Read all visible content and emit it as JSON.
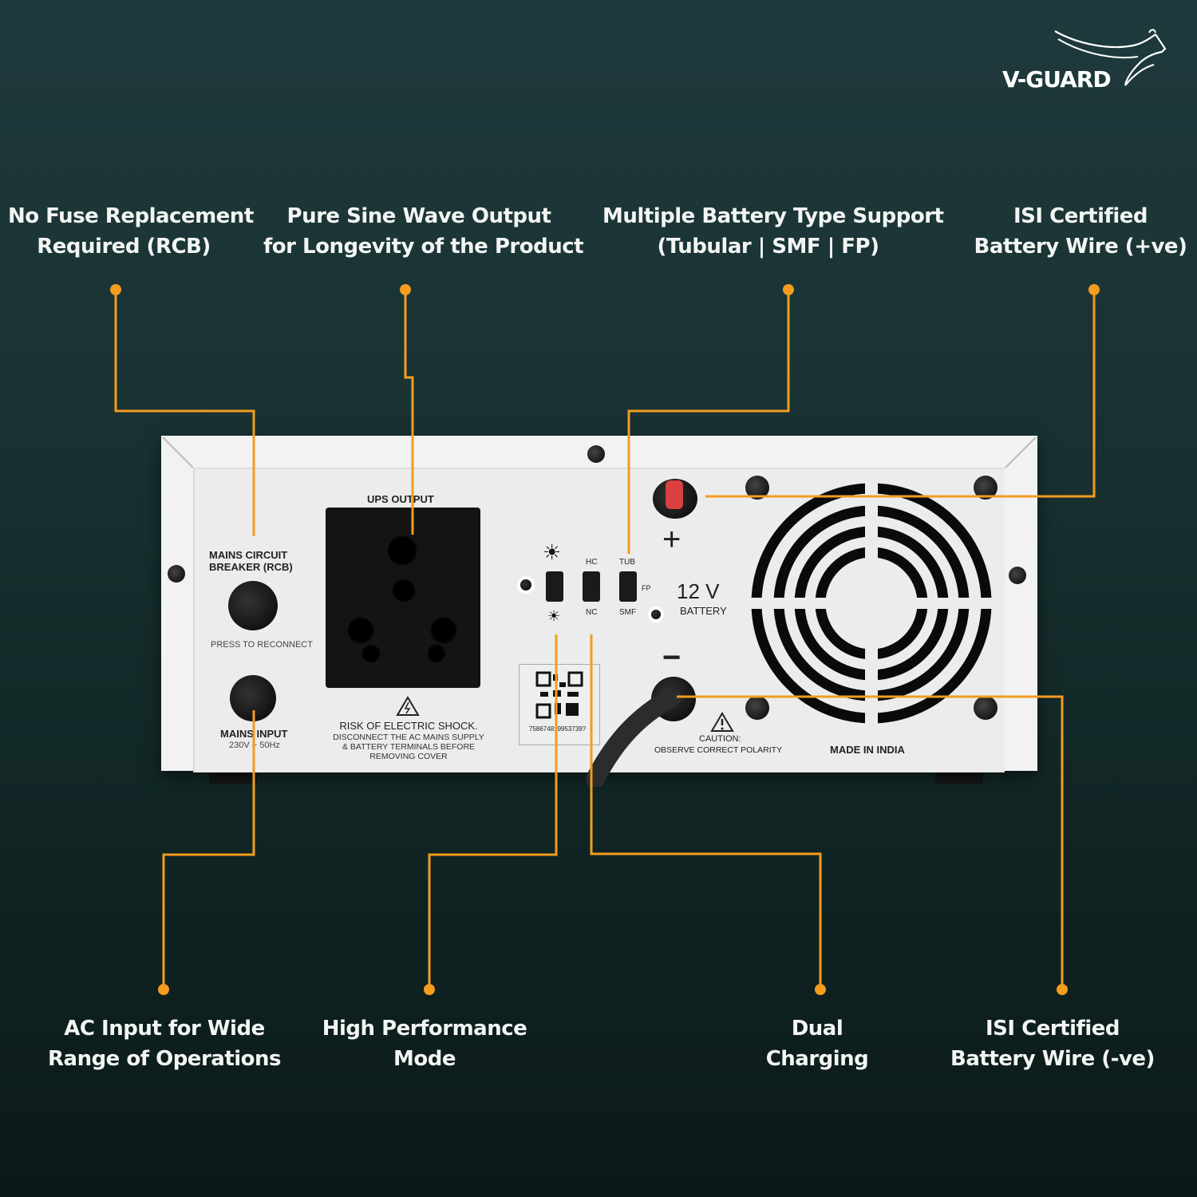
{
  "brand": {
    "name": "V-GUARD",
    "logo_icon": "kangaroo-icon"
  },
  "colors": {
    "accent": "#f39c1f",
    "background_top": "#1f3a3d",
    "background_bottom": "#0b1a18",
    "device_body": "#f0f0f0",
    "text": "#f3f5f4"
  },
  "features_top": [
    {
      "lines": [
        "No Fuse Replacement",
        "Required (RCB)"
      ]
    },
    {
      "lines": [
        "Pure Sine Wave Output",
        "for Longevity of the Product"
      ]
    },
    {
      "lines": [
        "Multiple Battery Type Support",
        "(Tubular | SMF | FP)"
      ]
    },
    {
      "lines": [
        "ISI Certified",
        "Battery Wire (+ve)"
      ]
    }
  ],
  "features_bottom": [
    {
      "lines": [
        "AC Input for Wide",
        "Range of Operations"
      ]
    },
    {
      "lines": [
        "High Performance",
        "Mode"
      ]
    },
    {
      "lines": [
        "Dual",
        "Charging"
      ]
    },
    {
      "lines": [
        "ISI Certified",
        "Battery Wire (-ve)"
      ]
    }
  ],
  "device_labels": {
    "rcb_title_1": "MAINS CIRCUIT",
    "rcb_title_2": "BREAKER (RCB)",
    "rcb_hint": "PRESS TO RECONNECT",
    "mains_input": "MAINS INPUT",
    "mains_rating": "230V ~ 50Hz",
    "ups_output": "UPS OUTPUT",
    "warning_title": "RISK OF ELECTRIC SHOCK.",
    "warning_1": "DISCONNECT THE AC MAINS SUPPLY",
    "warning_2": "& BATTERY TERMINALS BEFORE",
    "warning_3": "REMOVING COVER",
    "switch_hc": "HC",
    "switch_nc": "NC",
    "switch_tub": "TUB",
    "switch_fp": "FP",
    "switch_smf": "SMF",
    "battery_voltage": "12 V",
    "battery_label": "BATTERY",
    "plus": "+",
    "minus": "−",
    "caution_1": "CAUTION:",
    "caution_2": "OBSERVE CORRECT POLARITY",
    "made_in": "MADE IN INDIA",
    "qr_number": "758674819953739?"
  }
}
